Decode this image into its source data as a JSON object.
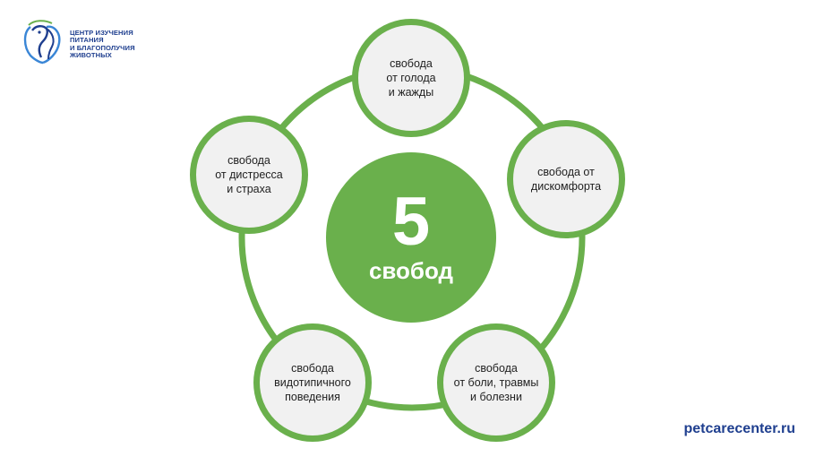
{
  "logo": {
    "lines": [
      "ЦЕНТР ИЗУЧЕНИЯ",
      "ПИТАНИЯ",
      "И БЛАГОПОЛУЧИЯ",
      "ЖИВОТНЫХ"
    ]
  },
  "center": {
    "number": "5",
    "label": "свобод"
  },
  "freedoms": [
    "свобода\nот голода\nи жажды",
    "свобода от\nдискомфорта",
    "свобода\nот боли, травмы\nи болезни",
    "свобода\nвидотипичного\nповедения",
    "свобода\nот дистресса\nи страха"
  ],
  "website": "petcarecenter.ru",
  "colors": {
    "accent_green": "#6ab04c",
    "node_fill": "#f1f1f1",
    "brand_blue": "#1f3f8f"
  }
}
